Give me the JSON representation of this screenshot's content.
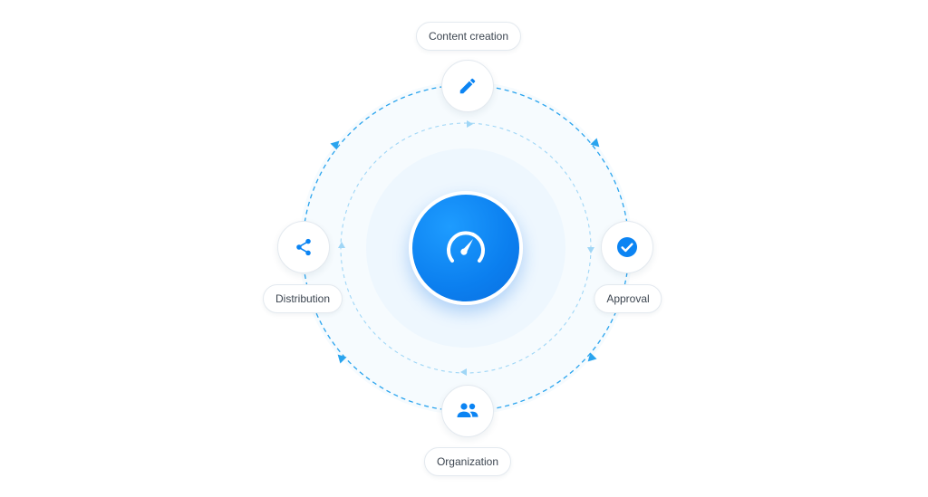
{
  "diagram": {
    "colors": {
      "accent": "#0b84f3",
      "dashed_outer": "#2aa4ee",
      "dashed_inner": "#9fd6f6",
      "halo_outer": "#f6fbfe",
      "halo_inner": "#eef7fe",
      "label_text": "#3c4550",
      "border": "#e3e9ef"
    },
    "center": {
      "icon": "speedometer-icon"
    },
    "stages": [
      {
        "label": "Content creation",
        "icon": "pencil-icon"
      },
      {
        "label": "Approval",
        "icon": "check-circle-icon"
      },
      {
        "label": "Organization",
        "icon": "people-icon"
      },
      {
        "label": "Distribution",
        "icon": "share-icon"
      }
    ],
    "flow": "clockwise"
  }
}
